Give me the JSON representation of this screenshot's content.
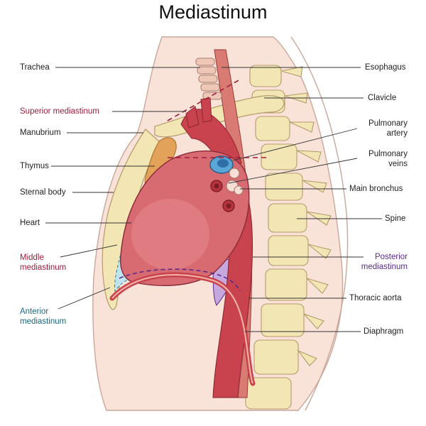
{
  "title": "Mediastinum",
  "labels": {
    "trachea": "Trachea",
    "superior_mediastinum": "Superior mediastinum",
    "manubrium": "Manubrium",
    "thymus": "Thymus",
    "sternal_body": "Sternal body",
    "heart": "Heart",
    "middle_mediastinum_l1": "Middle",
    "middle_mediastinum_l2": "mediastinum",
    "anterior_mediastinum_l1": "Anterior",
    "anterior_mediastinum_l2": "mediastinum",
    "esophagus": "Esophagus",
    "clavicle": "Clavicle",
    "pulmonary_artery_l1": "Pulmonary",
    "pulmonary_artery_l2": "artery",
    "pulmonary_veins_l1": "Pulmonary",
    "pulmonary_veins_l2": "veins",
    "main_bronchus": "Main bronchus",
    "spine": "Spine",
    "posterior_mediastinum_l1": "Posterior",
    "posterior_mediastinum_l2": "mediastinum",
    "thoracic_aorta": "Thoracic aorta",
    "diaphragm": "Diaphragm"
  },
  "colors": {
    "superior_mediastinum": "#9c1d3a",
    "middle_mediastinum": "#9c1d3a",
    "anterior_mediastinum": "#1f6680",
    "posterior_mediastinum": "#5a2a8c",
    "skin": "#f9e3d8",
    "bone": "#f3e6b5",
    "heart": "#d86a72",
    "aorta": "#c8434d",
    "thymus": "#e2a25a",
    "anterior_region": "#bfe3ef",
    "posterior_region": "#c7a8de"
  }
}
